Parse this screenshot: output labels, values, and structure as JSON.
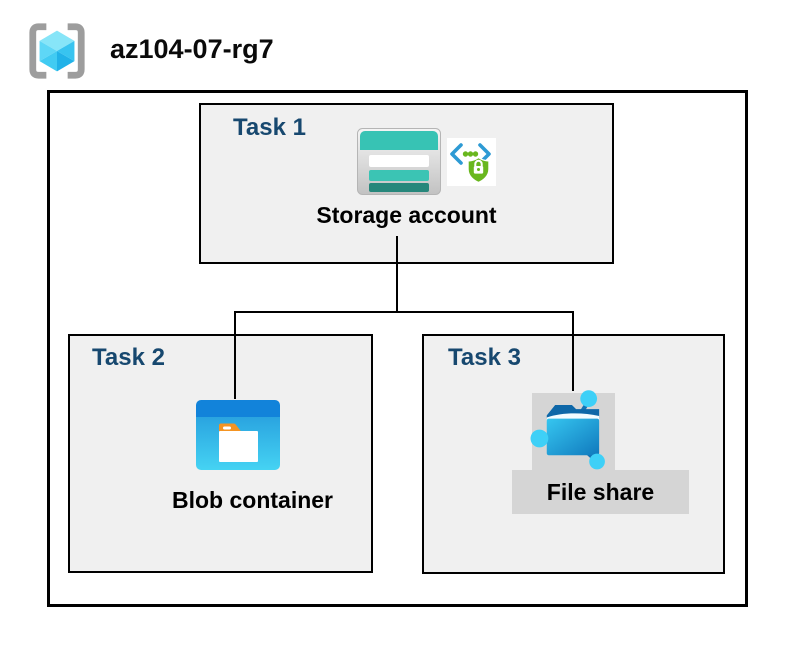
{
  "header": {
    "resource_group_name": "az104-07-rg7",
    "icon": "resource-group-icon"
  },
  "diagram": {
    "tasks": [
      {
        "label": "Task 1",
        "resource": "Storage account",
        "icons": [
          "storage-account-icon",
          "shared-access-signature-icon"
        ],
        "selected": false
      },
      {
        "label": "Task 2",
        "resource": "Blob container",
        "icons": [
          "blob-container-icon"
        ],
        "selected": false
      },
      {
        "label": "Task 3",
        "resource": "File share",
        "icons": [
          "file-share-icon"
        ],
        "selected": true
      }
    ],
    "connections": [
      {
        "from": "Storage account",
        "to": "Blob container"
      },
      {
        "from": "Storage account",
        "to": "File share"
      }
    ],
    "colors": {
      "task_label": "#17486f",
      "task_box_bg": "#f0f0f0",
      "box_border": "#000000",
      "selection_gray": "#d5d5d5",
      "storage_teal": "#37c3b4",
      "storage_teal_dark": "#26877b",
      "blob_header_blue": "#1283da",
      "blob_body_cyan": "#35c3ee",
      "fileshare_cyan": "#3ed0f7",
      "sas_green": "#69b71e",
      "sas_blue": "#2d9ad4",
      "folder_tab_orange": "#f49422"
    }
  }
}
